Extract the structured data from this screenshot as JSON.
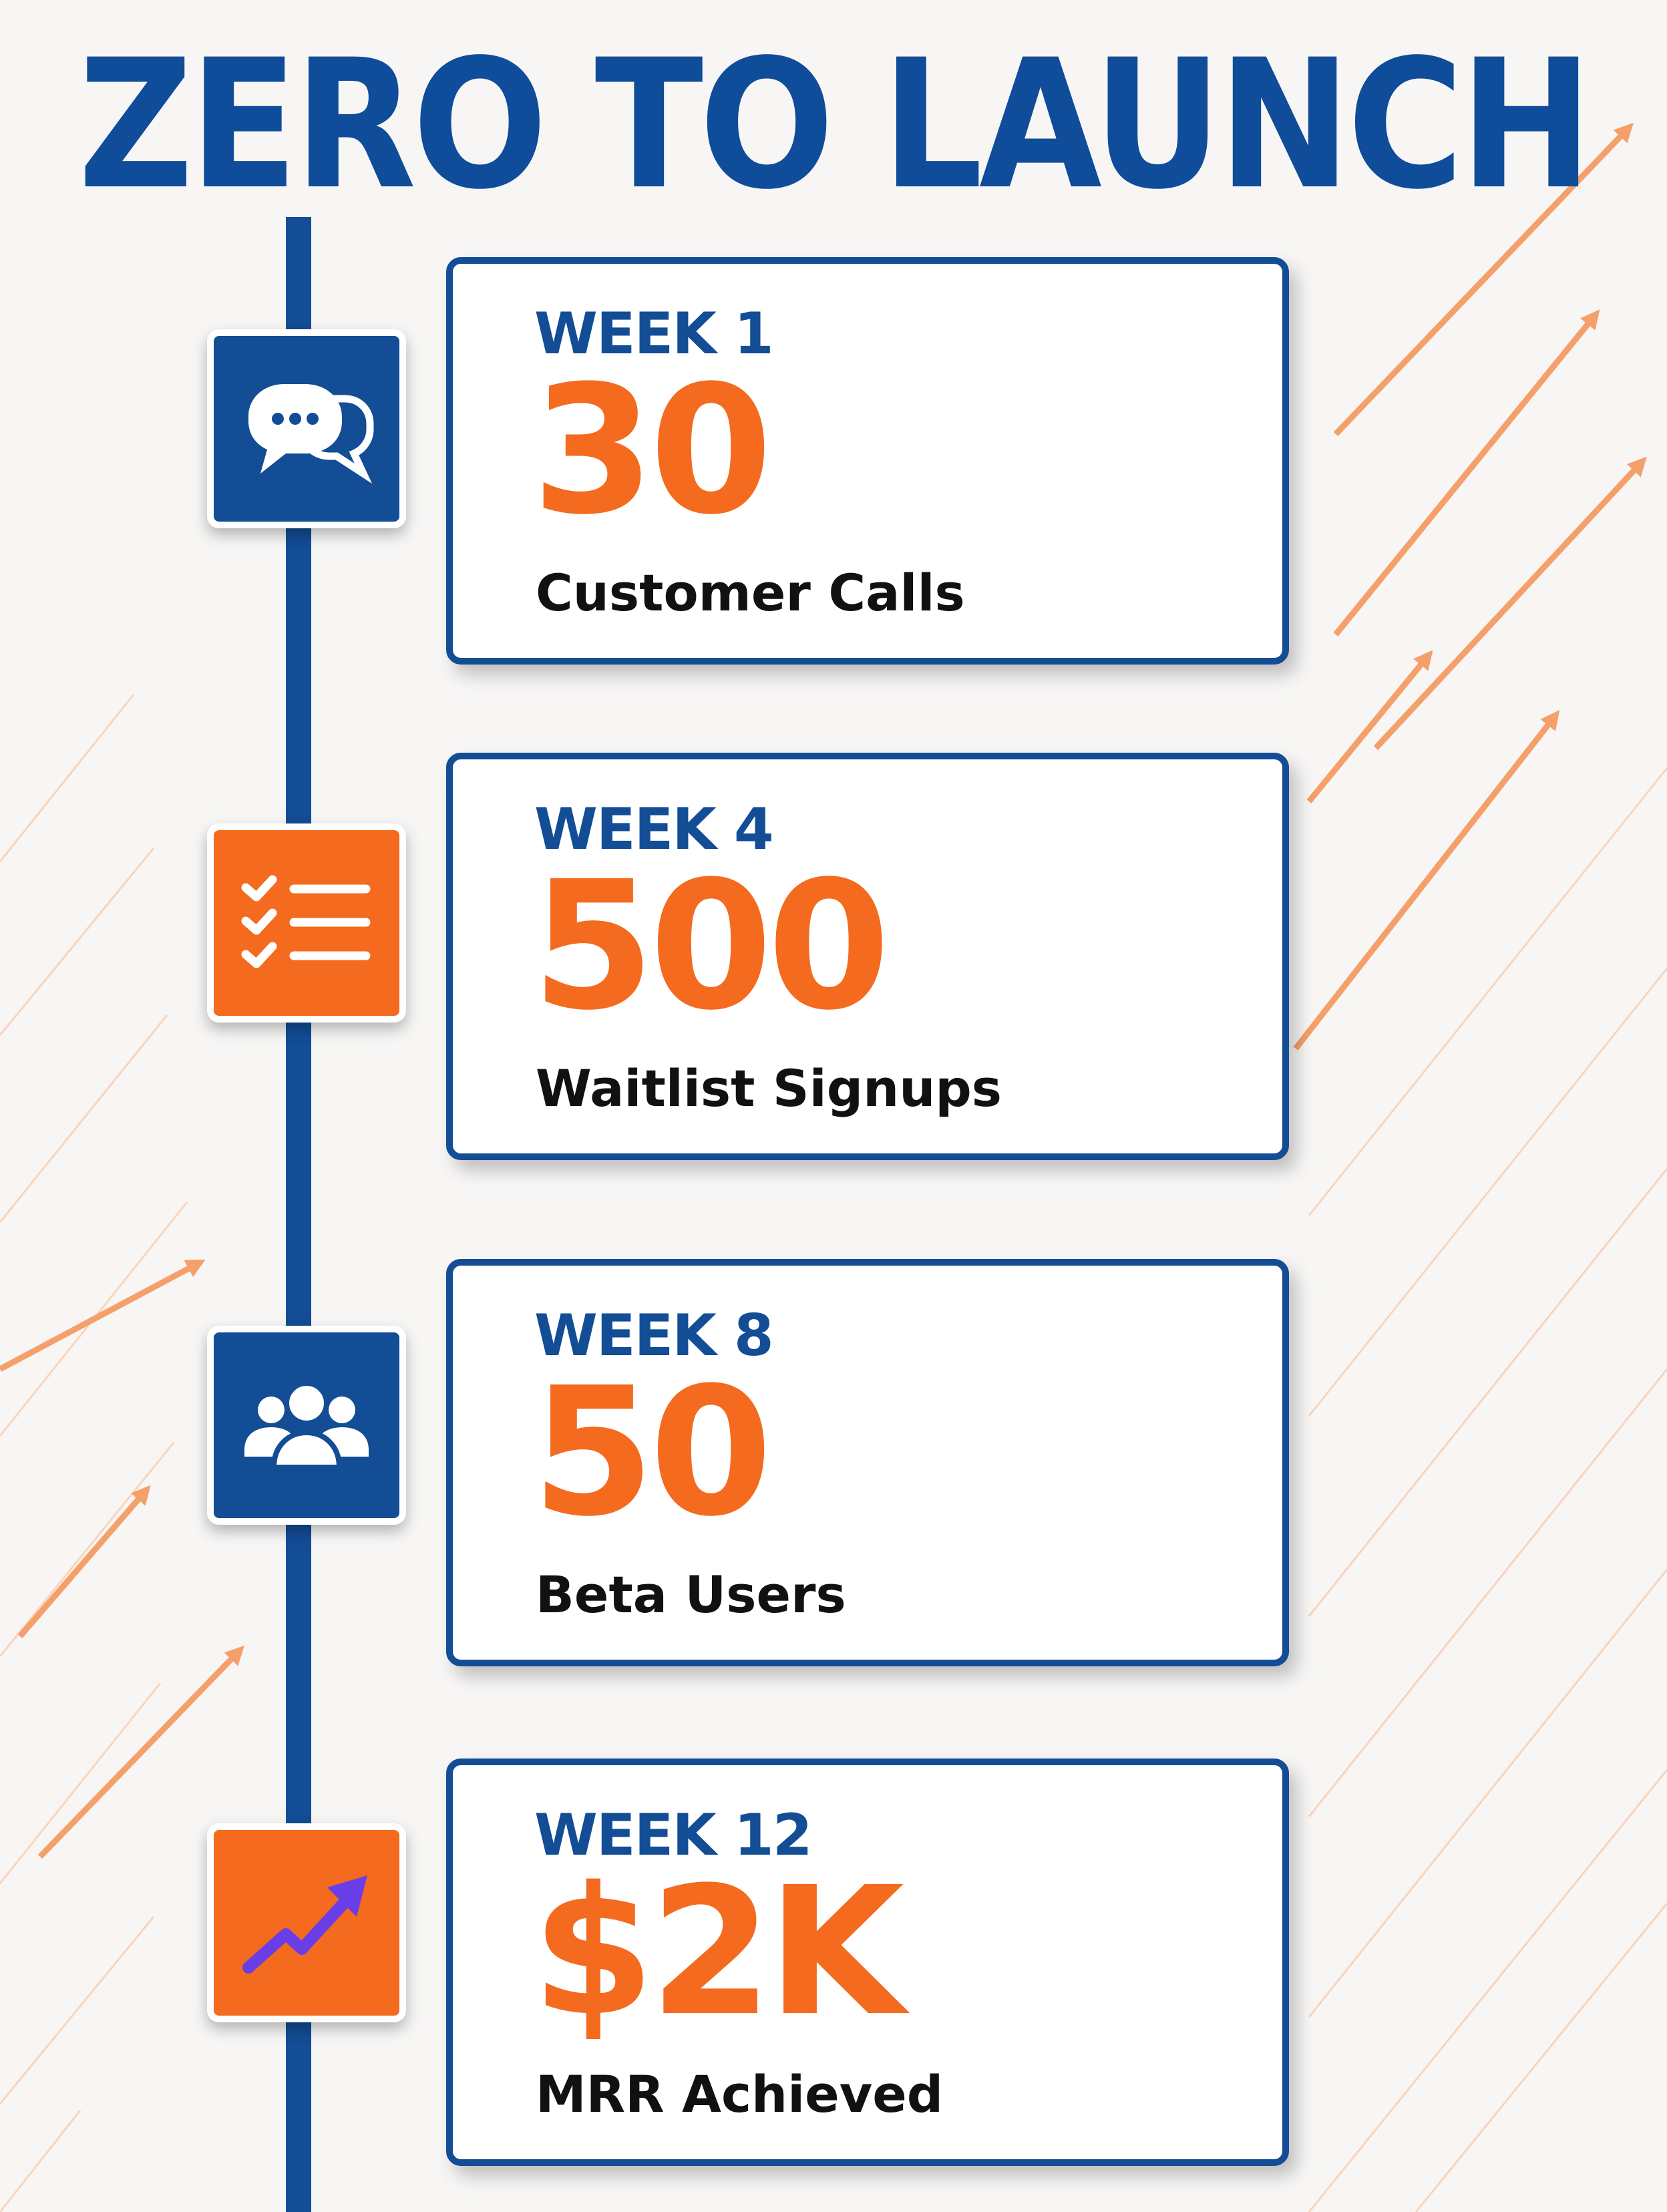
{
  "title": "ZERO TO LAUNCH",
  "colors": {
    "navy": "#124d95",
    "orange": "#f46a1f",
    "purple": "#6a3ee6",
    "background": "#f7f6f5"
  },
  "milestones": [
    {
      "week": "WEEK 1",
      "value": "30",
      "label": "Customer Calls",
      "icon": "chat-bubbles-icon",
      "icon_color": "navy"
    },
    {
      "week": "WEEK 4",
      "value": "500",
      "label": "Waitlist Signups",
      "icon": "checklist-icon",
      "icon_color": "orange"
    },
    {
      "week": "WEEK 8",
      "value": "50",
      "label": "Beta Users",
      "icon": "users-group-icon",
      "icon_color": "navy"
    },
    {
      "week": "WEEK 12",
      "value": "$2K",
      "label": "MRR Achieved",
      "icon": "trending-up-icon",
      "icon_color": "orange"
    }
  ]
}
